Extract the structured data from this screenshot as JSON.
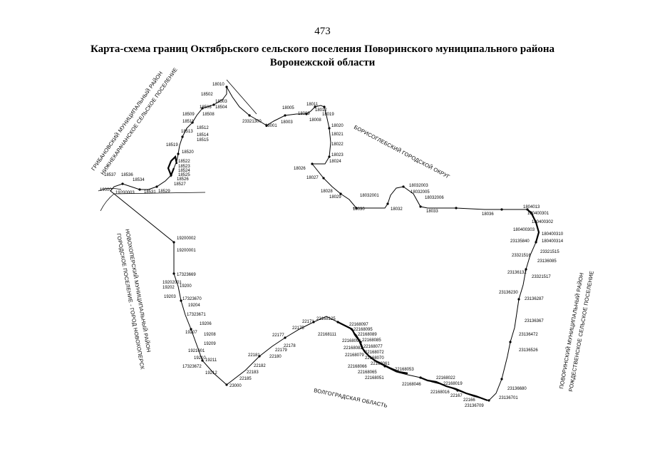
{
  "page_number": "473",
  "title_line1": "Карта-схема границ Октябрьского сельского поселения Поворинского муниципального района",
  "title_line2": "Воронежской области",
  "regions": {
    "gribanovsky": "ГРИБАНОВСКИЙ МУНИЦИПАЛЬНЫЙ РАЙОН",
    "nizhnekarachan": "НИЖНЕКАРАЧАНСКОЕ СЕЛЬСКОЕ ПОСЕЛЕНИЕ",
    "borisoglebsk": "БОРИСОГЛЕБСКИЙ ГОРОДСКОЙ ОКРУГ",
    "novokhopersky": "НОВОХОПЕРСКИЙ МУНИЦИПАЛЬНЫЙ РАЙОН",
    "novokhopersk_town": "ГОРОДСКОЕ ПОСЕЛЕНИЕ - ГОРОД НОВОХОПЕРСК",
    "povorinsky": "ПОВОРИНСКИЙ МУНИЦИПАЛЬНЫЙ РАЙОН",
    "rozhdestvenskoe": "РОЖДЕСТВЕНСКОЕ СЕЛЬСКОЕ ПОСЕЛЕНИЕ",
    "volgograd": "ВОЛГОГРАДСКАЯ ОБЛАСТЬ"
  },
  "points": {
    "p18010": "18010",
    "p18502": "18502",
    "p18503": "18503",
    "p18506": "18506",
    "p18504": "18504",
    "p18508": "18508",
    "p18509": "18509",
    "p18511": "18511",
    "p18512": "18512",
    "p18513": "18513",
    "p18514": "18514",
    "p18515": "18515",
    "p18519": "18519",
    "p18520": "18520",
    "p18522": "18522",
    "p18523": "18523",
    "p18524": "18524",
    "p18525": "18525",
    "p18526": "18526",
    "p18527": "18527",
    "p18529": "18529",
    "p18531": "18531",
    "p18534": "18534",
    "p18536": "18536",
    "p18537": "18537",
    "p19000": "19000",
    "p19200003": "19200003",
    "p23321300": "23321300",
    "p18001": "18001",
    "p18003": "18003",
    "p18005": "18005",
    "p18009": "18009",
    "p18011": "18011",
    "p18012": "18012",
    "p18008": "18008",
    "p18019": "18019",
    "p18020": "18020",
    "p18021": "18021",
    "p18022": "18022",
    "p18023": "18023",
    "p18024": "18024",
    "p18026": "18026",
    "p18027": "18027",
    "p18028": "18028",
    "p18029": "18029",
    "p18030": "18030",
    "p18032001": "18032001",
    "p18032": "18032",
    "p18032003": "18032003",
    "p18032005": "18032005",
    "p18032006": "18032006",
    "p18033": "18033",
    "p18036": "18036",
    "p1804013": "1804013",
    "p180400301": "180400301",
    "p180400302": "180400302",
    "p180400303": "180400303",
    "p180400310": "180400310",
    "p180400314": "180400314",
    "p23135840": "23135840",
    "p23321516": "23321516",
    "p23321515": "23321515",
    "p23136085": "23136085",
    "p23136132": "23136132",
    "p23321517": "23321517",
    "p23136230": "23136230",
    "p23136287": "23136287",
    "p23136367": "23136367",
    "p23136472": "23136472",
    "p23136526": "23136526",
    "p23136680": "23136680",
    "p23136701": "23136701",
    "p23136709": "23136709",
    "p19200002": "19200002",
    "p19200001": "19200001",
    "p17323669": "17323669",
    "p19202001": "19202001",
    "p19202": "19202",
    "p19200": "19200",
    "p19203": "19203",
    "p17323670": "17323670",
    "p19204": "19204",
    "p17323671": "17323671",
    "p19206": "19206",
    "p19207": "19207",
    "p19208": "19208",
    "p19209": "19209",
    "p1921001": "1921001",
    "p19210": "19210",
    "p19211": "19211",
    "p17323672": "17323672",
    "p19212": "19212",
    "p23000": "23000",
    "p22185": "22185",
    "p22183": "22183",
    "p22182": "22182",
    "p22181": "22181",
    "p22180": "22180",
    "p22179": "22179",
    "p22178": "22178",
    "p22177": "22177",
    "p22175": "22175",
    "p22171": "22171",
    "p22168125": "22168125",
    "p22168111": "22168111",
    "p22168097": "22168097",
    "p22168095": "22168095",
    "p22168089": "22168089",
    "p22168091": "22168091",
    "p22168085": "22168085",
    "p22168082": "22168082",
    "p22168077": "22168077",
    "p22168072": "22168072",
    "p22168079": "22168079",
    "p22168070": "22168070",
    "p22168061": "22168061",
    "p22168066": "22168066",
    "p22168065": "22168065",
    "p22168053": "22168053",
    "p22168051": "22168051",
    "p22168046": "22168046",
    "p22168022": "22168022",
    "p22168019": "22168019",
    "p22168016": "22168016",
    "p22167": "22167",
    "p22166": "22166"
  }
}
